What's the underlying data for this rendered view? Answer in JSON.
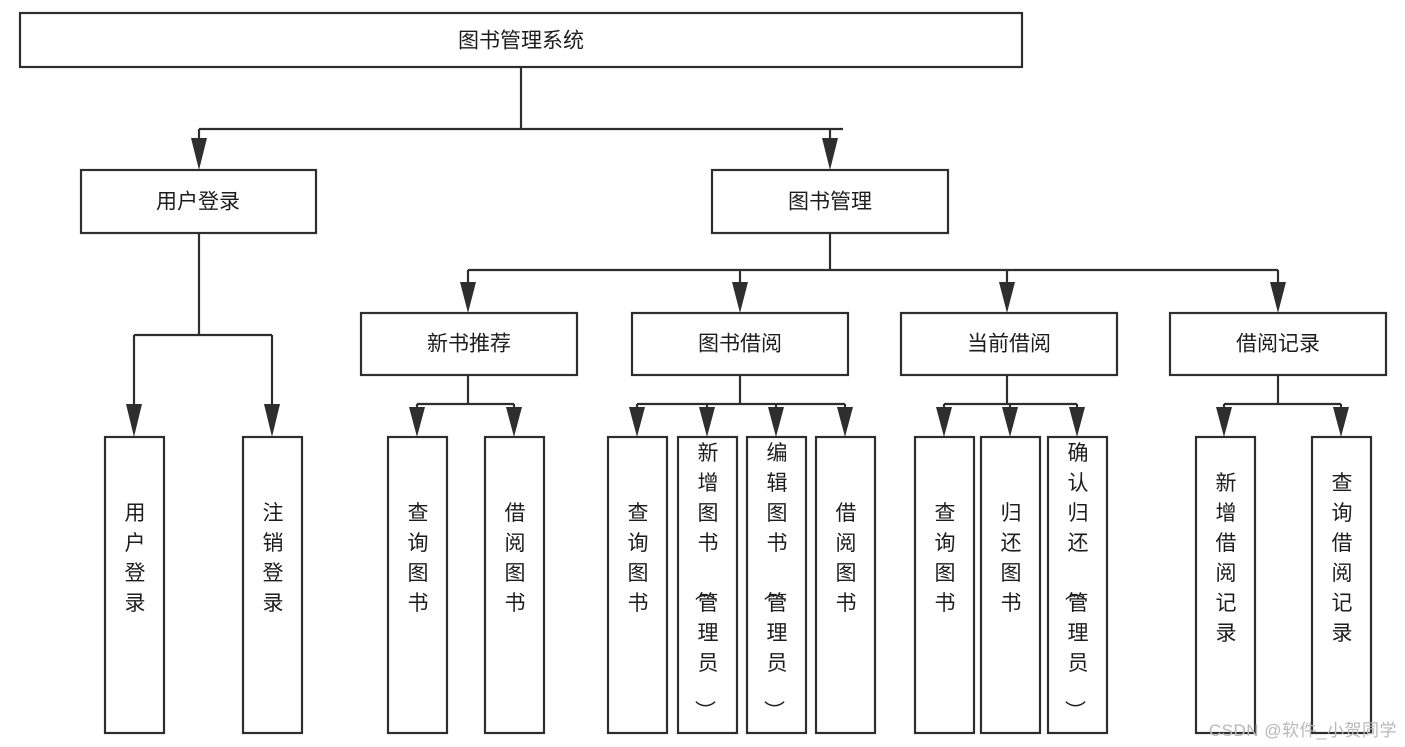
{
  "diagram": {
    "type": "hierarchy-tree",
    "title": "图书管理系统",
    "orientation": "top-down",
    "root": {
      "id": "root",
      "label": "图书管理系统",
      "text_direction": "horizontal"
    },
    "level2": [
      {
        "id": "user-login",
        "label": "用户登录",
        "text_direction": "horizontal"
      },
      {
        "id": "book-management",
        "label": "图书管理",
        "text_direction": "horizontal"
      }
    ],
    "level3": [
      {
        "id": "new-book-recommend",
        "label": "新书推荐",
        "parent": "book-management",
        "text_direction": "horizontal"
      },
      {
        "id": "book-borrow",
        "label": "图书借阅",
        "parent": "book-management",
        "text_direction": "horizontal"
      },
      {
        "id": "current-borrow",
        "label": "当前借阅",
        "parent": "book-management",
        "text_direction": "horizontal"
      },
      {
        "id": "borrow-record",
        "label": "借阅记录",
        "parent": "book-management",
        "text_direction": "horizontal"
      }
    ],
    "leaves": [
      {
        "id": "leaf-user-login",
        "label": "用户登录",
        "parent": "user-login",
        "text_direction": "vertical"
      },
      {
        "id": "leaf-user-logout",
        "label": "注销登录",
        "parent": "user-login",
        "text_direction": "vertical"
      },
      {
        "id": "leaf-query-book-1",
        "label": "查询图书",
        "parent": "new-book-recommend",
        "text_direction": "vertical"
      },
      {
        "id": "leaf-borrow-book-1",
        "label": "借阅图书",
        "parent": "new-book-recommend",
        "text_direction": "vertical"
      },
      {
        "id": "leaf-query-book-2",
        "label": "查询图书",
        "parent": "book-borrow",
        "text_direction": "vertical"
      },
      {
        "id": "leaf-add-book",
        "label": "新增图书（管理员）",
        "parent": "book-borrow",
        "text_direction": "vertical"
      },
      {
        "id": "leaf-edit-book",
        "label": "编辑图书（管理员）",
        "parent": "book-borrow",
        "text_direction": "vertical"
      },
      {
        "id": "leaf-borrow-book-2",
        "label": "借阅图书",
        "parent": "book-borrow",
        "text_direction": "vertical"
      },
      {
        "id": "leaf-query-book-3",
        "label": "查询图书",
        "parent": "current-borrow",
        "text_direction": "vertical"
      },
      {
        "id": "leaf-return-book",
        "label": "归还图书",
        "parent": "current-borrow",
        "text_direction": "vertical"
      },
      {
        "id": "leaf-confirm-return",
        "label": "确认归还（管理员）",
        "parent": "current-borrow",
        "text_direction": "vertical"
      },
      {
        "id": "leaf-add-record",
        "label": "新增借阅记录",
        "parent": "borrow-record",
        "text_direction": "vertical"
      },
      {
        "id": "leaf-query-record",
        "label": "查询借阅记录",
        "parent": "borrow-record",
        "text_direction": "vertical"
      }
    ],
    "colors": {
      "stroke": "#2e2e2e",
      "fill": "#ffffff",
      "text": "#1d1d1d",
      "watermark": "#b8b8b8",
      "background": "#ffffff"
    }
  },
  "watermark": {
    "label": "CSDN @软件_小贺同学"
  }
}
